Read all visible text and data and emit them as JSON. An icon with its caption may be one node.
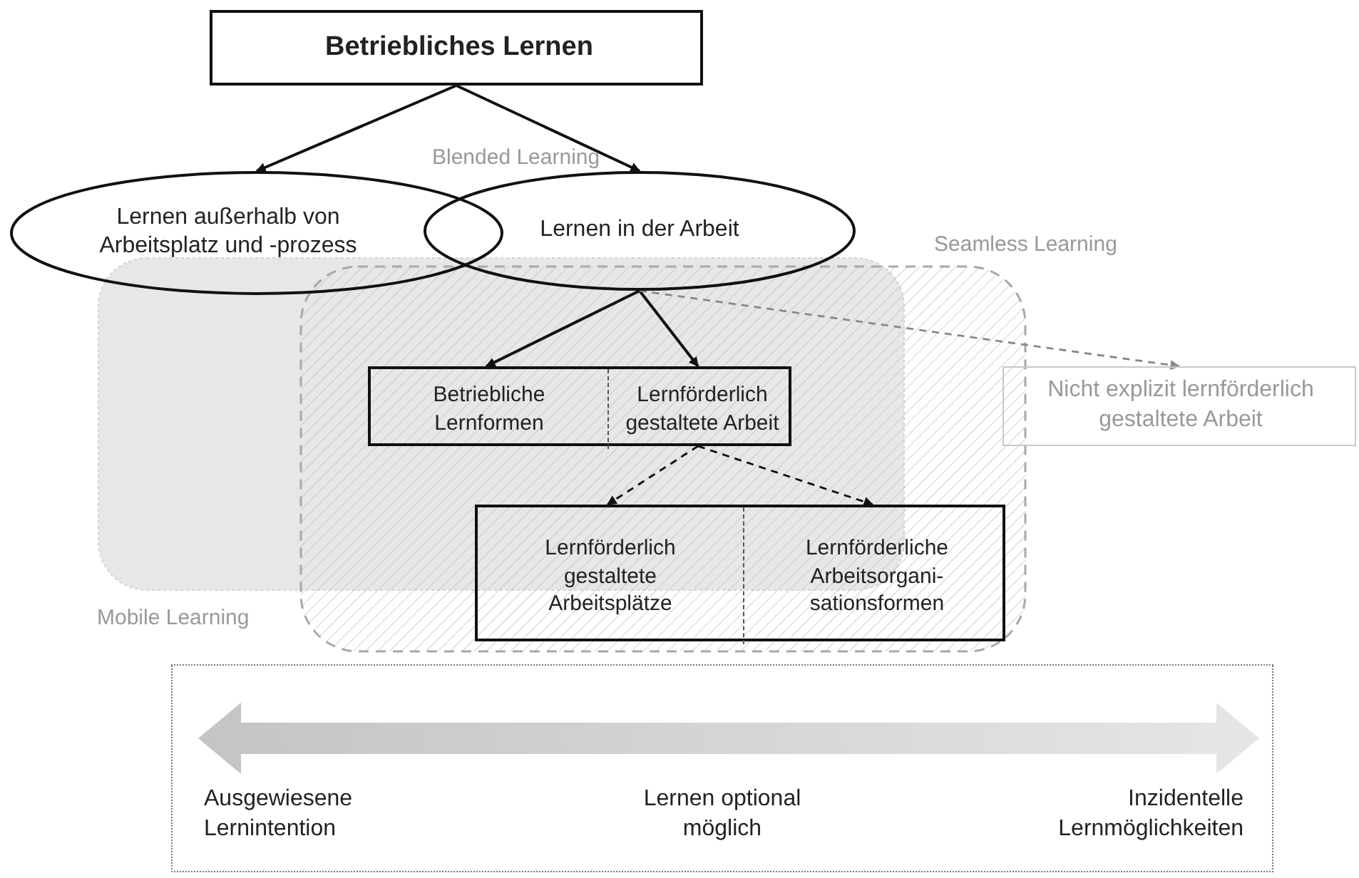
{
  "diagram": {
    "nodes": [
      {
        "text": [
          "Betriebliches Lernen"
        ]
      },
      {
        "text": [
          "Lernen außerhalb von Arbeitsplatz und -prozess"
        ]
      },
      {
        "text": [
          "Lernen in der Arbeit"
        ]
      },
      {
        "text": [],
        "shape": "box"
      },
      {
        "text": [
          "Betriebliche Lernformen"
        ],
        "in": 3
      },
      {
        "text": [
          "Lernförderlich gestaltete Arbeit"
        ],
        "in": 3
      },
      {
        "text": [],
        "shape": "box"
      },
      {
        "text": [
          "Lernförderlich gestaltete Arbeitsplätze"
        ],
        "in": 6
      },
      {
        "text": [
          "Lernförderliche Arbeitsorgani- sationsformen"
        ],
        "in": 6
      },
      {
        "text": [
          "Nicht explizit lernförderlich gestaltete Arbeit"
        ]
      },
      {
        "text": [
          "Ausgewiesene Lernintention",
          "Lernen optional möglich",
          "Inzidentelle Lernmöglichkeiten"
        ]
      }
    ],
    "edges": [
      {
        "from": 0,
        "to": 1,
        "arrow": "to"
      },
      {
        "from": 0,
        "to": 2,
        "arrow": "to"
      },
      {
        "from": 2,
        "to": 4,
        "arrow": "to"
      },
      {
        "from": 2,
        "to": 5,
        "arrow": "to"
      },
      {
        "from": 2,
        "to": 9,
        "arrow": "to",
        "style": "dashed",
        "color": "#888888"
      },
      {
        "from": 5,
        "to": 7,
        "arrow": "to",
        "style": "dashed"
      },
      {
        "from": 5,
        "to": 8,
        "arrow": "to",
        "style": "dashed"
      }
    ],
    "labels": [
      "Blended Learning",
      "Seamless Learning",
      "Mobile Learning"
    ]
  }
}
